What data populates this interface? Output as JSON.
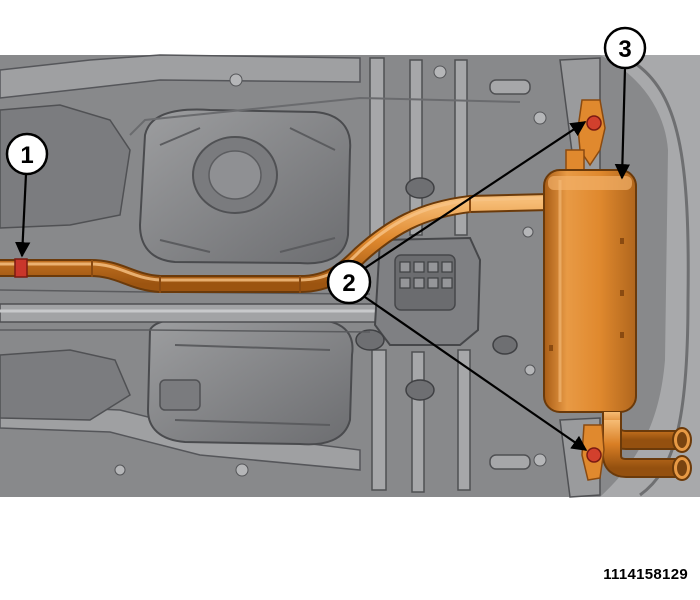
{
  "figure_id": "1114158129",
  "callouts": [
    {
      "number": "1"
    },
    {
      "number": "2"
    },
    {
      "number": "3"
    }
  ],
  "colors": {
    "underbody_base": "#8a8b8d",
    "underbody_dark": "#4e4f52",
    "underbody_light": "#b9babc",
    "exhaust": "#e0892e",
    "exhaust_dark": "#a85c15",
    "exhaust_light": "#f4b266",
    "callout_fill": "#ffffff",
    "callout_stroke": "#000000"
  }
}
